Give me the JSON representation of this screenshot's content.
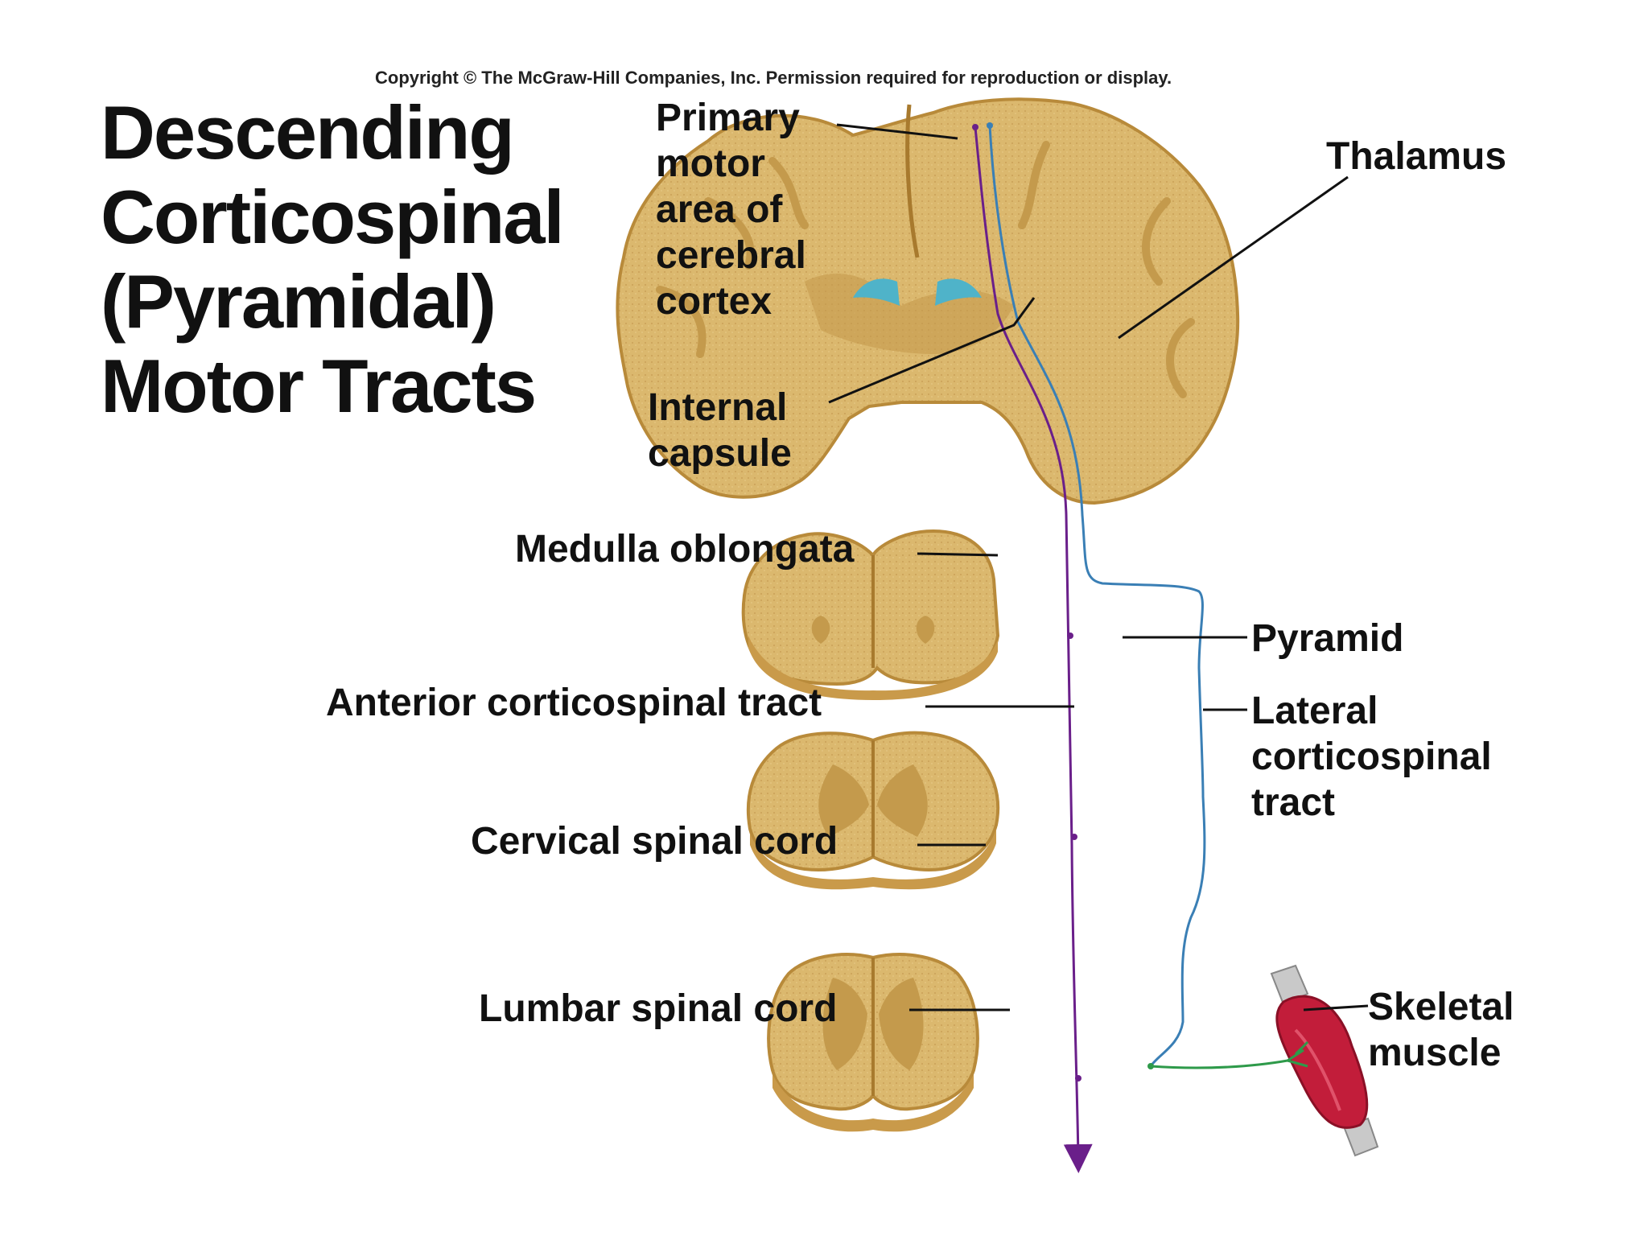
{
  "copyright": "Copyright © The McGraw-Hill Companies, Inc. Permission required for reproduction or display.",
  "title": [
    "Descending",
    "Corticospinal",
    "(Pyramidal)",
    "Motor Tracts"
  ],
  "labels": {
    "primary_motor": [
      "Primary",
      "motor",
      "area of",
      "cerebral",
      "cortex"
    ],
    "thalamus": "Thalamus",
    "internal_capsule": [
      "Internal",
      "capsule"
    ],
    "medulla": "Medulla oblongata",
    "pyramid": "Pyramid",
    "anterior_tract": "Anterior corticospinal tract",
    "lateral_tract": [
      "Lateral",
      "corticospinal",
      "tract"
    ],
    "cervical": "Cervical spinal cord",
    "lumbar": "Lumbar spinal cord",
    "skeletal_muscle": [
      "Skeletal",
      "muscle"
    ]
  },
  "colors": {
    "tissue": "#d9b56b",
    "tissue_edge": "#b88a3a",
    "gray_matter": "#c49a4c",
    "anterior_tract": "#6a1f8a",
    "lateral_tract": "#3a7fb5",
    "motor_nerve": "#2e9a4a",
    "ventricle": "#4fb3c9",
    "muscle": "#c21d3a",
    "tendon": "#c9c9c9"
  }
}
